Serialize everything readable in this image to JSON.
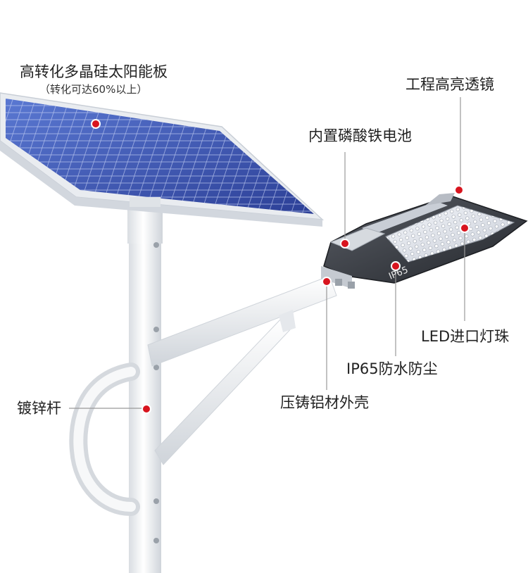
{
  "labels": {
    "solar_panel": "高转化多晶硅太阳能板",
    "solar_panel_note": "（转化可达60%以上）",
    "lens": "工程高亮透镜",
    "battery": "内置磷酸铁电池",
    "led": "LED进口灯珠",
    "ip_rating": "IP65防水防尘",
    "housing": "压铸铝材外壳",
    "pole": "镀锌杆"
  },
  "lamp_badge": "IP65",
  "colors": {
    "marker": "#d8141e",
    "panel_cell": "#3e57b4",
    "panel_frame": "#e9ecf0",
    "pole": "#f1f3f5",
    "lamp_body": "#3b3e45"
  }
}
